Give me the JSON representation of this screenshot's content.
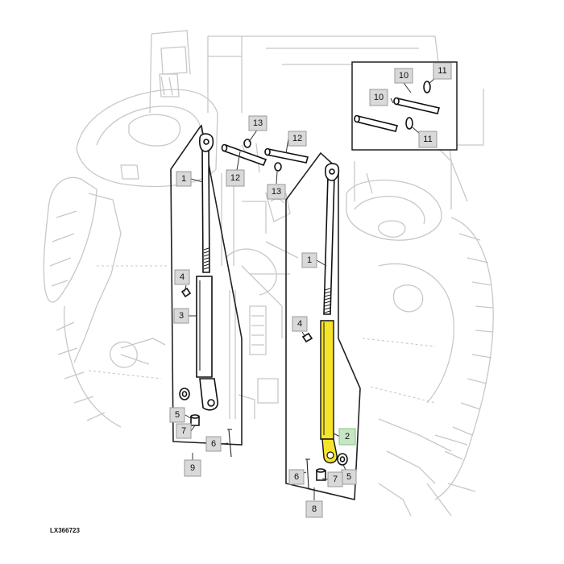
{
  "diagram": {
    "reference_code": "LX366723",
    "highlight_color": "#f5e42a",
    "callout_fill": "#d9d9d9",
    "callout_highlight_fill": "#c7e6c3",
    "callouts": [
      {
        "id": "c-1-left",
        "label": "1"
      },
      {
        "id": "c-1-right",
        "label": "1"
      },
      {
        "id": "c-2",
        "label": "2",
        "highlight": true
      },
      {
        "id": "c-3",
        "label": "3"
      },
      {
        "id": "c-4-left",
        "label": "4"
      },
      {
        "id": "c-4-right",
        "label": "4"
      },
      {
        "id": "c-5-left",
        "label": "5"
      },
      {
        "id": "c-5-right",
        "label": "5"
      },
      {
        "id": "c-6-left",
        "label": "6"
      },
      {
        "id": "c-6-right",
        "label": "6"
      },
      {
        "id": "c-7-left",
        "label": "7"
      },
      {
        "id": "c-7-right",
        "label": "7"
      },
      {
        "id": "c-8",
        "label": "8"
      },
      {
        "id": "c-9",
        "label": "9"
      },
      {
        "id": "c-10-top",
        "label": "10"
      },
      {
        "id": "c-10-left",
        "label": "10"
      },
      {
        "id": "c-11-top",
        "label": "11"
      },
      {
        "id": "c-11-bottom",
        "label": "11"
      },
      {
        "id": "c-12-top",
        "label": "12"
      },
      {
        "id": "c-12-left",
        "label": "12"
      },
      {
        "id": "c-13-top",
        "label": "13"
      },
      {
        "id": "c-13-bottom",
        "label": "13"
      }
    ]
  }
}
